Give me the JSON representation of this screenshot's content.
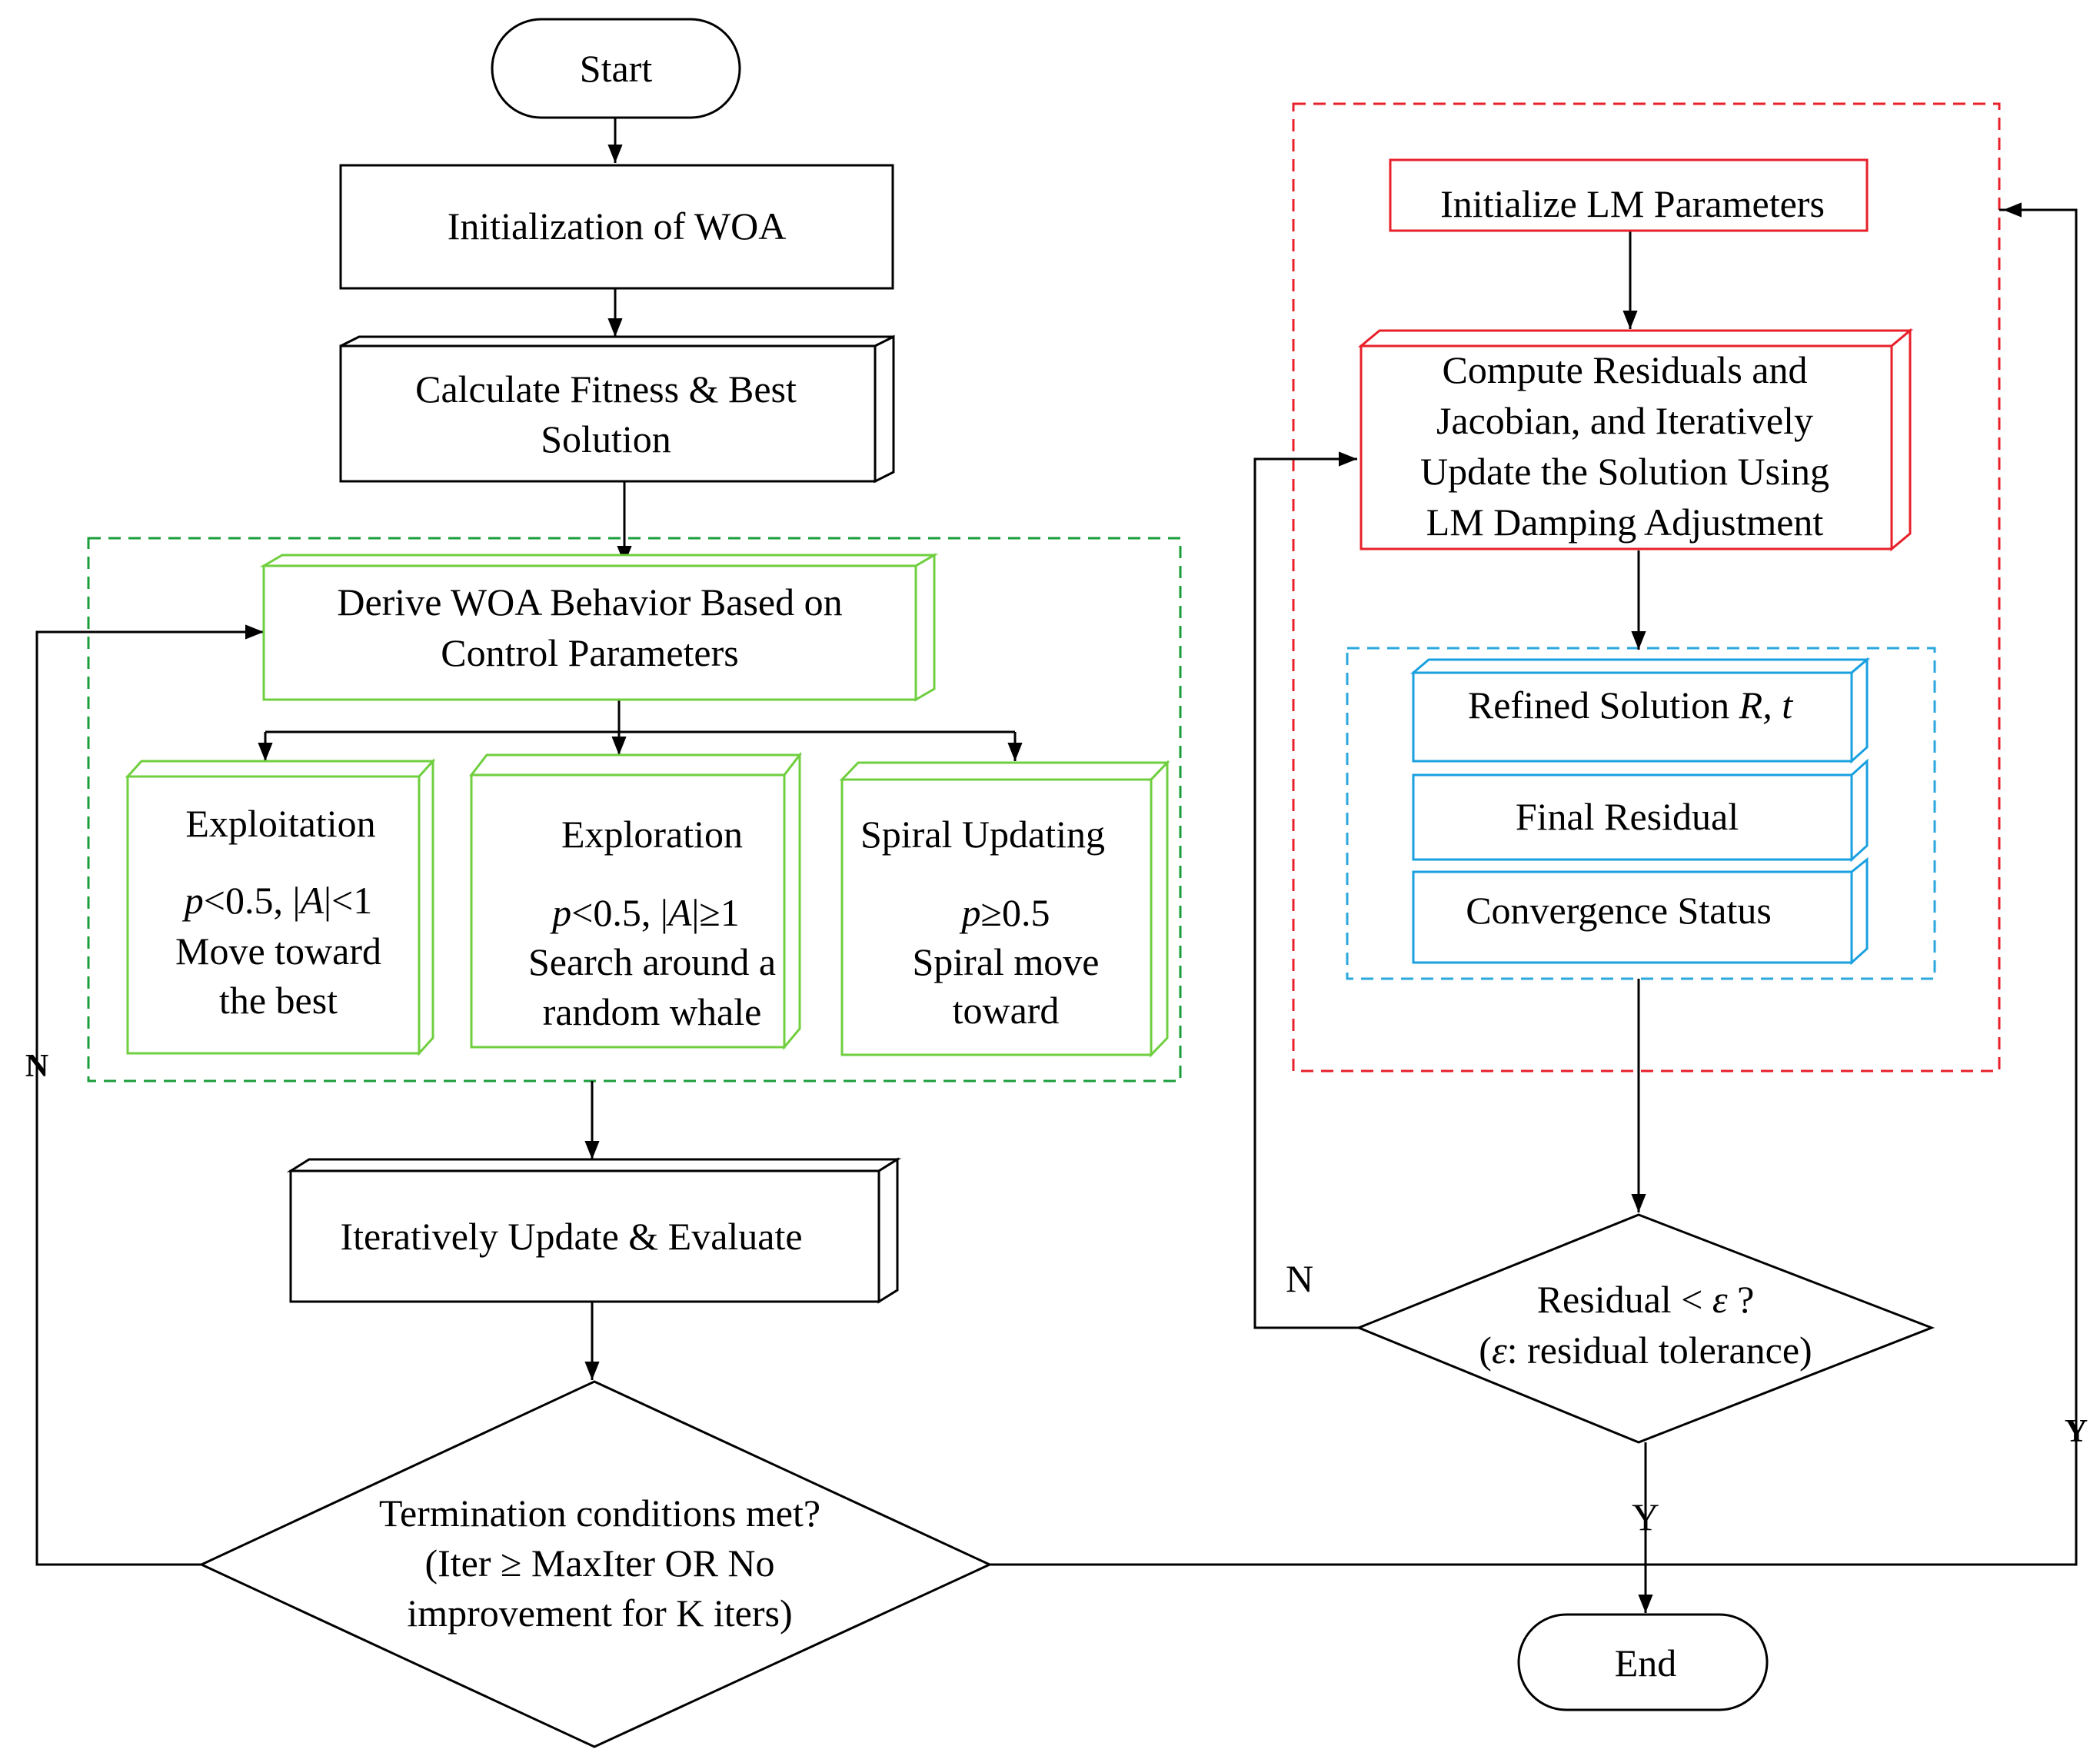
{
  "nodes": {
    "start": "Start",
    "init_woa": "Initialization of WOA",
    "fitness": [
      "Calculate Fitness & Best",
      "Solution"
    ],
    "derive": [
      "Derive WOA Behavior Based on",
      "Control Parameters"
    ],
    "exploitation": {
      "title": "Exploitation",
      "cond_p": "p",
      "cond_rest": "<0.5, |",
      "cond_A": "A",
      "cond_end": "|<1",
      "desc": [
        "Move toward",
        "the best"
      ]
    },
    "exploration": {
      "title": "Exploration",
      "cond_p": "p",
      "cond_rest": "<0.5, |",
      "cond_A": "A",
      "cond_end": "|≥1",
      "desc": [
        "Search around a",
        "random whale"
      ]
    },
    "spiral": {
      "title": "Spiral Updating",
      "cond_p": "p",
      "cond_rest": "≥0.5",
      "desc": [
        "Spiral move",
        "toward"
      ]
    },
    "iterate": "Iteratively Update & Evaluate",
    "termination": [
      "Termination conditions met?",
      "(Iter ≥ MaxIter OR No",
      "improvement for K iters)"
    ],
    "init_lm": "Initialize LM Parameters",
    "compute": [
      "Compute Residuals and",
      "Jacobian, and Iteratively",
      "Update the Solution Using",
      "LM Damping Adjustment"
    ],
    "refined_prefix": "Refined Solution ",
    "refined_R": "R,",
    "refined_t": "t",
    "final_residual": "Final  Residual",
    "convergence": "Convergence Status",
    "residual_check_a": "Residual < ",
    "residual_check_eps": "ε",
    "residual_check_b": " ?",
    "residual_tol_a": "(",
    "residual_tol_eps": "ε",
    "residual_tol_b": ": residual tolerance)",
    "end": "End"
  },
  "edge_labels": {
    "woa_no": "N",
    "woa_yes": "Y",
    "lm_no": "N",
    "lm_yes": "Y"
  },
  "colors": {
    "line": "#000000",
    "woa_group": "#1a9e3a",
    "woa_boxes": "#6fcf3f",
    "lm_group": "#e8202a",
    "lm_boxes": "#e8202a",
    "output_group": "#2aa7de",
    "output_boxes": "#1aa0e0"
  }
}
